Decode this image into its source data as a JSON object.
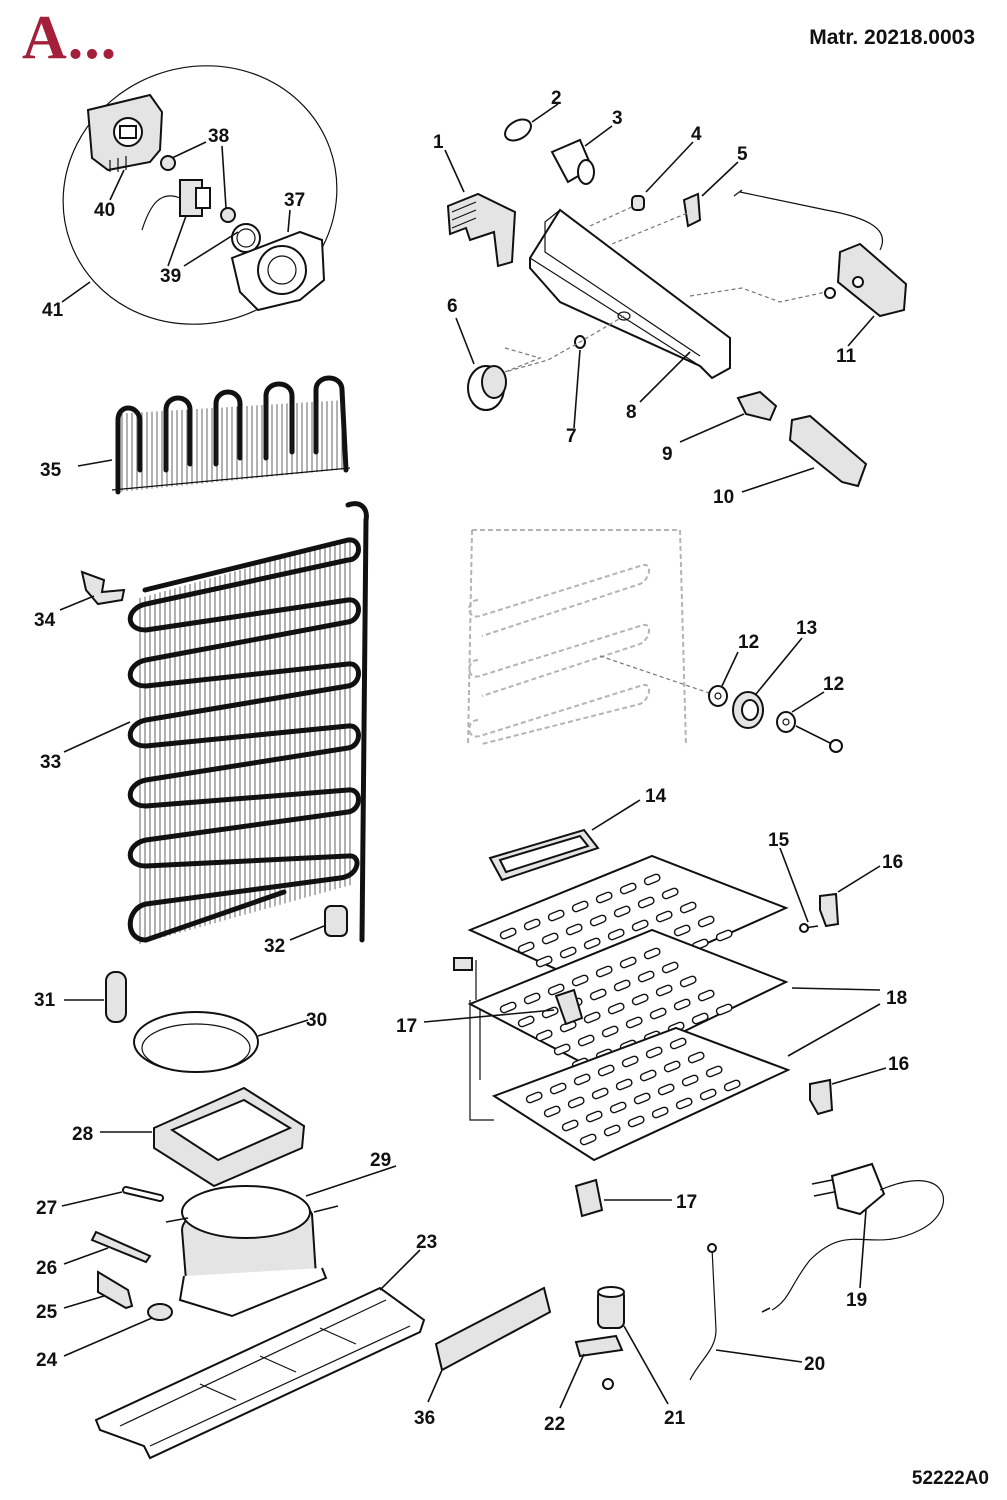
{
  "header": {
    "brand": "A...",
    "matr": "Matr. 20218.0003"
  },
  "footer": {
    "code": "52222A0"
  },
  "labels": {
    "p1": "1",
    "p2": "2",
    "p3": "3",
    "p4": "4",
    "p5": "5",
    "p6": "6",
    "p7": "7",
    "p8": "8",
    "p9": "9",
    "p10": "10",
    "p11": "11",
    "p12a": "12",
    "p12b": "12",
    "p13": "13",
    "p14": "14",
    "p15": "15",
    "p16a": "16",
    "p16b": "16",
    "p17a": "17",
    "p17b": "17",
    "p18": "18",
    "p19": "19",
    "p20": "20",
    "p21": "21",
    "p22": "22",
    "p23": "23",
    "p24": "24",
    "p25": "25",
    "p26": "26",
    "p27": "27",
    "p28": "28",
    "p29": "29",
    "p30": "30",
    "p31": "31",
    "p32": "32",
    "p33": "33",
    "p34": "34",
    "p35": "35",
    "p36": "36",
    "p37": "37",
    "p38": "38",
    "p39": "39",
    "p40": "40",
    "p41": "41"
  },
  "colors": {
    "brand": "#a31f3a",
    "ink": "#111111"
  }
}
